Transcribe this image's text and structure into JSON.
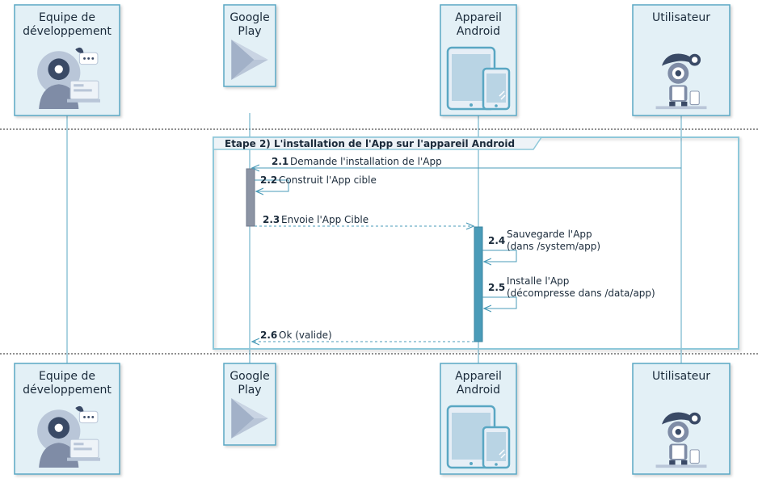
{
  "participants": [
    {
      "id": "dev",
      "title": "Equipe de|développement",
      "icon": "developer-team-icon"
    },
    {
      "id": "gplay",
      "title": "Google|Play",
      "icon": "google-play-icon"
    },
    {
      "id": "android",
      "title": "Appareil|Android",
      "icon": "android-devices-icon"
    },
    {
      "id": "user",
      "title": "Utilisateur",
      "icon": "user-icon"
    }
  ],
  "group": {
    "label": "Etape 2) L'installation  de l'App sur l'appareil Android"
  },
  "messages": [
    {
      "num": "2.1",
      "lines": [
        "Demande l'installation de l'App"
      ],
      "from": "user",
      "to": "gplay",
      "style": "solid"
    },
    {
      "num": "2.2",
      "lines": [
        "Construit l'App cible"
      ],
      "from": "gplay",
      "to": "gplay",
      "style": "self"
    },
    {
      "num": "2.3",
      "lines": [
        "Envoie l'App Cible"
      ],
      "from": "gplay",
      "to": "android",
      "style": "dashed"
    },
    {
      "num": "2.4",
      "lines": [
        "Sauvegarde l'App",
        "(dans  /system/app)"
      ],
      "from": "android",
      "to": "android",
      "style": "self"
    },
    {
      "num": "2.5",
      "lines": [
        "Installe l'App",
        "(décompresse dans  /data/app)"
      ],
      "from": "android",
      "to": "android",
      "style": "self"
    },
    {
      "num": "2.6",
      "lines": [
        "Ok (valide)"
      ],
      "from": "android",
      "to": "gplay",
      "style": "dashed"
    }
  ],
  "colors": {
    "lifeline": "#5aa7c3",
    "box_fill": "#e3f0f6",
    "box_stroke": "#5aa7c3",
    "group_stroke": "#8ec8da",
    "arrow": "#4a9bb8",
    "activation_gplay": "#8c94a4",
    "activation_android": "#4a9bb8",
    "icon_dark": "#3a4a66",
    "icon_mid": "#7f8ca6",
    "icon_light": "#b9c6d8"
  }
}
